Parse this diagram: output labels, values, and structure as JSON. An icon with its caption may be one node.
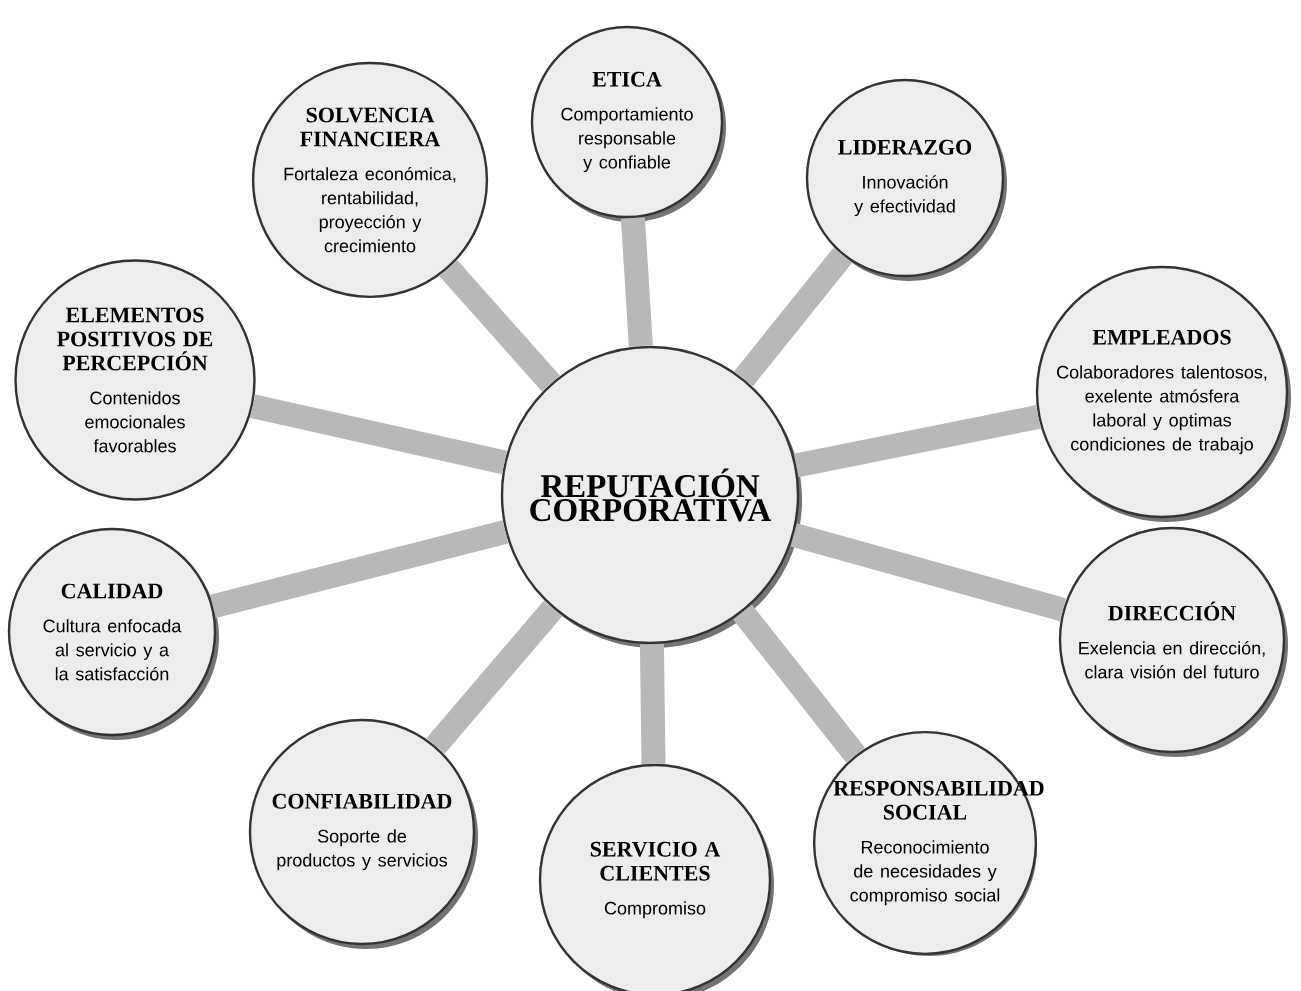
{
  "diagram": {
    "nodes": [
      {
        "text": [
          "REPUTACIÓN CORPORATIVA"
        ]
      },
      {
        "text": [
          "ETICA",
          "Comportamiento responsable y confiable"
        ]
      },
      {
        "text": [
          "LIDERAZGO",
          "Innovación y efectividad"
        ]
      },
      {
        "text": [
          "EMPLEADOS",
          "Colaboradores talentosos, exelente atmósfera laboral y optimas condiciones de trabajo"
        ]
      },
      {
        "text": [
          "DIRECCIÓN",
          "Exelencia en dirección, clara visión del futuro"
        ]
      },
      {
        "text": [
          "RESPONSABILIDAD SOCIAL",
          "Reconocimiento de necesidades y compromiso social"
        ]
      },
      {
        "text": [
          "SERVICIO A CLIENTES",
          "Compromiso"
        ]
      },
      {
        "text": [
          "CONFIABILIDAD",
          "Soporte de productos y servicios"
        ]
      },
      {
        "text": [
          "CALIDAD",
          "Cultura enfocada al servicio y a la satisfacción"
        ]
      },
      {
        "text": [
          "ELEMENTOS POSITIVOS DE PERCEPCIÓN",
          "Contenidos emocionales favorables"
        ]
      },
      {
        "text": [
          "SOLVENCIA FINANCIERA",
          "Fortaleza económica, rentabilidad, proyección y crecimiento"
        ]
      }
    ],
    "edges": [
      {
        "from": 0,
        "to": 1,
        "arrow": "none"
      },
      {
        "from": 0,
        "to": 2,
        "arrow": "none"
      },
      {
        "from": 0,
        "to": 3,
        "arrow": "none"
      },
      {
        "from": 0,
        "to": 4,
        "arrow": "none"
      },
      {
        "from": 0,
        "to": 5,
        "arrow": "none"
      },
      {
        "from": 0,
        "to": 6,
        "arrow": "none"
      },
      {
        "from": 0,
        "to": 7,
        "arrow": "none"
      },
      {
        "from": 0,
        "to": 8,
        "arrow": "none"
      },
      {
        "from": 0,
        "to": 9,
        "arrow": "none"
      },
      {
        "from": 0,
        "to": 10,
        "arrow": "none"
      }
    ]
  }
}
